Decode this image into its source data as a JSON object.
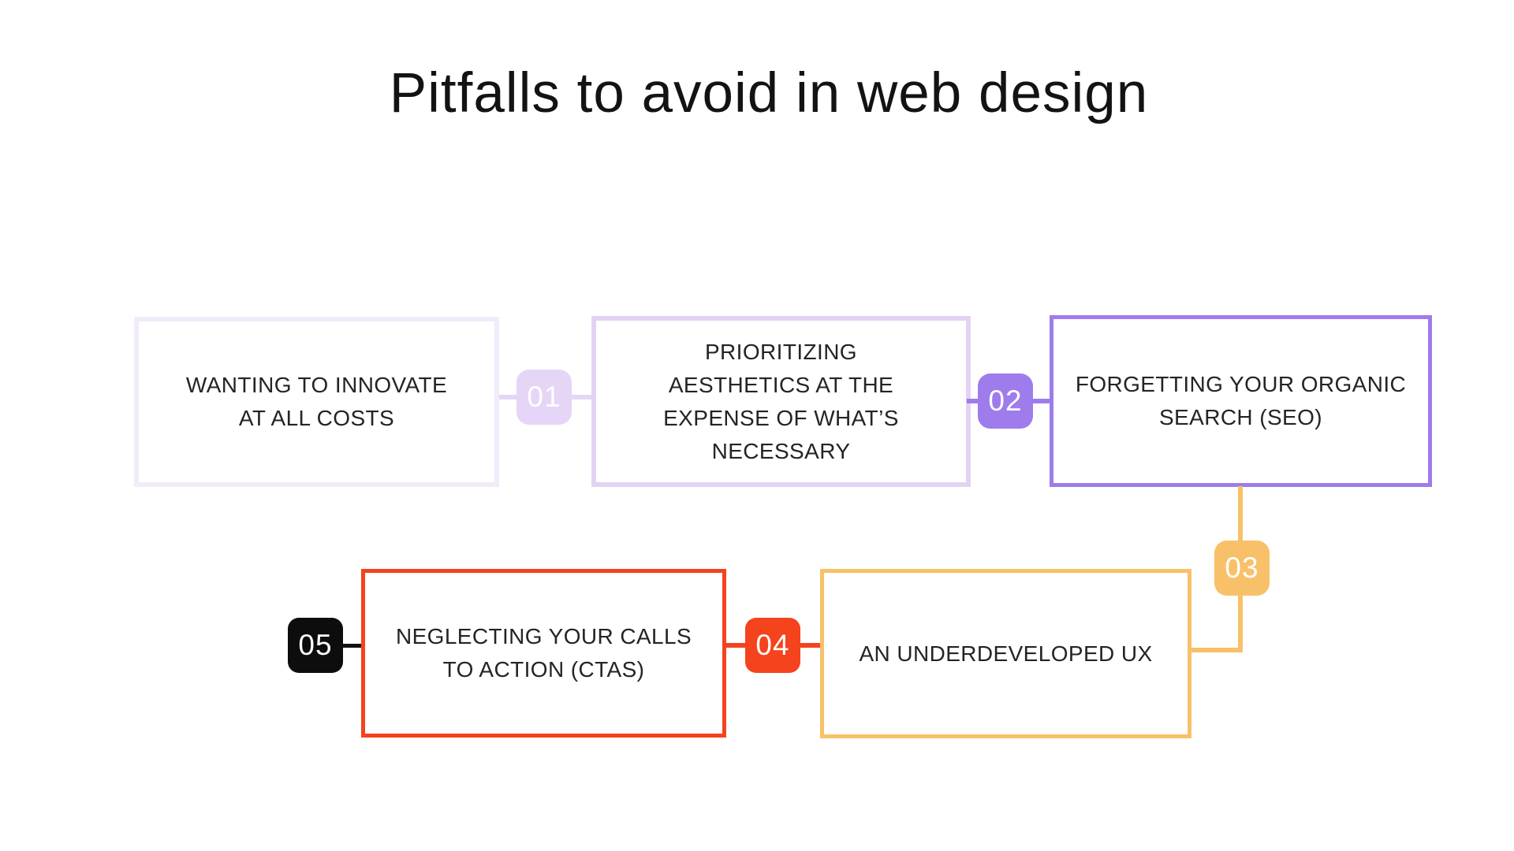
{
  "title": "Pitfalls to avoid in web design",
  "diagram": {
    "background": "#FFFFFF",
    "text_color": "#242424",
    "badge_text_color": "#FFFFFF",
    "steps": [
      {
        "number": "01",
        "label": "WANTING TO INNOVATE\nAT ALL COSTS",
        "border_color": "#F2EBFA",
        "badge_color": "#E5D5F7"
      },
      {
        "number": "02",
        "label": "PRIORITIZING\nAESTHETICS AT THE\nEXPENSE OF WHAT’S\nNECESSARY",
        "border_color": "#E4D2F4",
        "badge_color": "#9E7CEC"
      },
      {
        "number": "03",
        "label": "FORGETTING YOUR ORGANIC\nSEARCH (SEO)",
        "border_color": "#9E7CEC",
        "badge_color": "#F8C169"
      },
      {
        "number": "04",
        "label": "AN UNDERDEVELOPED UX",
        "border_color": "#F8C169",
        "badge_color": "#F4431D"
      },
      {
        "number": "05",
        "label": "NEGLECTING YOUR CALLS\nTO ACTION (CTAS)",
        "border_color": "#F4431D",
        "badge_color": "#0D0D0D"
      }
    ]
  }
}
